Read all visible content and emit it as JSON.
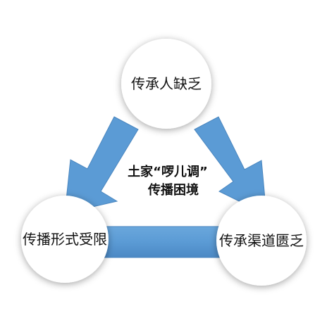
{
  "center": {
    "line1": "土家“啰儿调”",
    "line2": "传播困境"
  },
  "nodes": {
    "top": "传承人缺乏",
    "left": "传播形式受限",
    "right": "传承渠道匮乏"
  },
  "colors": {
    "arrow_fill": "#5b9bd5",
    "arrow_stroke": "#4a86bf",
    "circle_fill": "#ffffff"
  }
}
